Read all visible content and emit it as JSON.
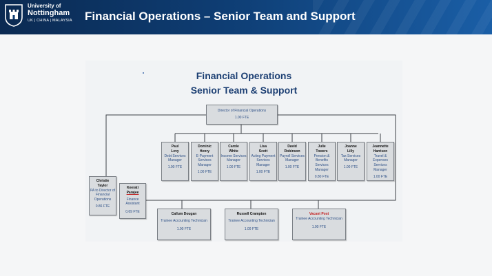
{
  "header": {
    "logo_line1": "University of",
    "logo_line2": "Nottingham",
    "logo_line3": "UK | CHINA | MALAYSIA",
    "title": "Financial Operations – Senior Team and Support",
    "crest_icon": "castle-crest-icon"
  },
  "chart": {
    "title_line1": "Financial Operations",
    "title_line2": "Senior Team & Support",
    "director": {
      "role": "Director of Financial Operations",
      "fte": "1.00 FTE"
    },
    "managers": [
      {
        "name_line1": "Paul",
        "name_line2": "Levy",
        "role": "Debt Services Manager",
        "fte": "1.00 FTE"
      },
      {
        "name_line1": "Dominic",
        "name_line2": "Henry",
        "role": "E-Payment Services Manager",
        "fte": "1.00 FTE"
      },
      {
        "name_line1": "Carole",
        "name_line2": "White",
        "role": "Income Services Manager",
        "fte": "1.00 FTE"
      },
      {
        "name_line1": "Lisa",
        "name_line2": "Scott",
        "role": "Acting Payment Services Manager",
        "fte": "1.00 FTE"
      },
      {
        "name_line1": "David",
        "name_line2": "Robinson",
        "role": "Payroll Services Manager",
        "fte": "1.00 FTE"
      },
      {
        "name_line1": "Julie",
        "name_line2": "Towers",
        "role": "Pension & Benefits Services Manager",
        "fte": "0.80 FTE"
      },
      {
        "name_line1": "Joanne",
        "name_line2": "Lilly",
        "role": "Tax Services Manager",
        "fte": "1.00 FTE"
      },
      {
        "name_line1": "Jeannette",
        "name_line2": "Harrison",
        "role": "Travel & Expenses Services Manager",
        "fte": "1.00 FTE"
      }
    ],
    "pa": {
      "name_line1": "Christie",
      "name_line2": "Taylor",
      "role": "PA to Director of Financial Operations",
      "fte": "0.86 FTE"
    },
    "assistant": {
      "name_line1": "Keerati",
      "name_line2": "Parajee",
      "role": "Finance Assistant",
      "fte": "0.69 FTE"
    },
    "trainees": [
      {
        "name": "Callum Dougan",
        "role": "Trainee Accounting Technician",
        "fte": "1.00 FTE",
        "vacant": false
      },
      {
        "name": "Russell Crampton",
        "role": "Trainee Accounting Technician",
        "fte": "1.00 FTE",
        "vacant": false
      },
      {
        "name": "Vacant Post",
        "role": "Trainee Accounting Technician",
        "fte": "1.00 FTE",
        "vacant": true
      }
    ],
    "line_color": "#3b3f45",
    "title_color": "#1c3f73",
    "vacant_color": "#c32020"
  }
}
